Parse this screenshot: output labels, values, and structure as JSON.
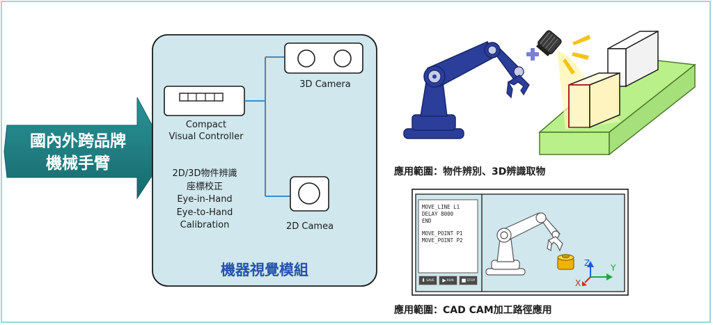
{
  "arrow_label": {
    "line1": "國內外跨品牌",
    "line2": "機械手臂"
  },
  "module": {
    "title": "機器視覺模組",
    "controller": {
      "line1": "Compact",
      "line2": "Visual Controller"
    },
    "features": [
      "2D/3D物件辨識",
      "座標校正",
      "Eye-in-Hand",
      "Eye-to-Hand",
      "Calibration"
    ],
    "camera_3d": "3D Camera",
    "camera_2d": "2D Camea"
  },
  "app1": {
    "caption": "應用範圍：物件辨別、3D辨識取物"
  },
  "app2": {
    "caption": "應用範圍：CAD CAM加工路徑應用",
    "code_lines": [
      "MOVE_LINE L1",
      "DELAY 8000",
      "END",
      "",
      "MOVE_POINT P1",
      "MOVE_POINT P2"
    ],
    "buttons": {
      "save": "SAVE",
      "run": "RUN",
      "stop": "STOP"
    },
    "axes": {
      "z": "Z",
      "y": "Y",
      "x": "X"
    }
  },
  "colors": {
    "arrow": "#1f7d80",
    "module_bg": "#cfe7ed",
    "module_title": "#2553a8",
    "link_line": "#2a7fc4",
    "robot": "#2a3e9a",
    "platform": "#b9f08a",
    "light": "#f5c21a",
    "plus": "#7b7fd6"
  }
}
